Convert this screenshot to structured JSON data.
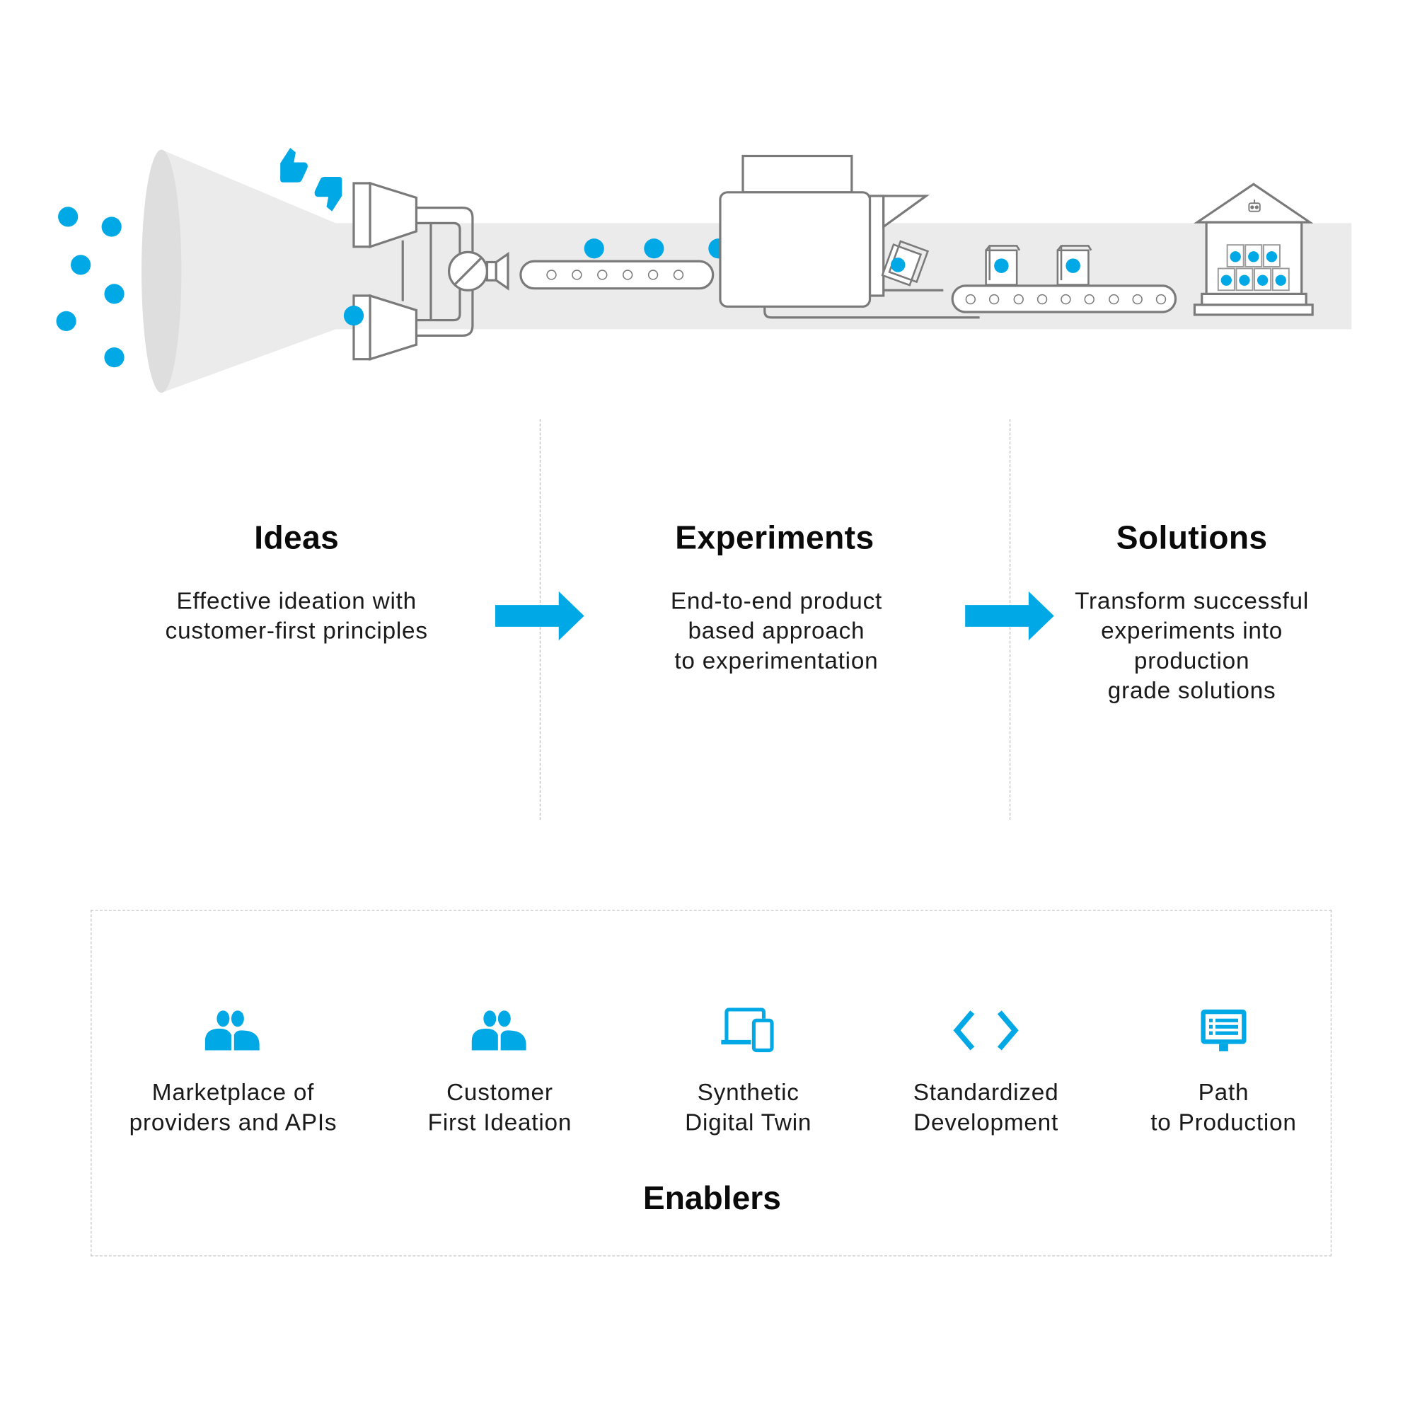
{
  "colors": {
    "accent": "#00A9E6",
    "band": "#EBEBEB",
    "stroke": "#7A7A7A",
    "dash": "#BDBDBD",
    "text": "#111111"
  },
  "illustration": {
    "description": "Ideas pipeline: dots enter funnel, pass through sorting valve, conveyor to experiment machine, packaged on conveyor, delivered to solutions warehouse",
    "icons": [
      "idea-dot",
      "funnel",
      "thumbs-up-icon",
      "thumbs-down-icon",
      "valve",
      "conveyor-belt",
      "machine",
      "cube-package",
      "warehouse",
      "robot-icon"
    ]
  },
  "stages": [
    {
      "title": "Ideas",
      "description": "Effective ideation with\ncustomer-first principles"
    },
    {
      "title": "Experiments",
      "description": "End-to-end product\nbased approach\nto experimentation"
    },
    {
      "title": "Solutions",
      "description": "Transform successful\nexperiments into\nproduction\ngrade solutions"
    }
  ],
  "enablers": {
    "title": "Enablers",
    "items": [
      {
        "label": "Marketplace of\nproviders and APIs",
        "icon": "people-icon"
      },
      {
        "label": "Customer\nFirst Ideation",
        "icon": "people-icon"
      },
      {
        "label": "Synthetic\nDigital Twin",
        "icon": "devices-icon"
      },
      {
        "label": "Standardized\nDevelopment",
        "icon": "code-icon"
      },
      {
        "label": "Path\nto Production",
        "icon": "monitor-list-icon"
      }
    ]
  }
}
